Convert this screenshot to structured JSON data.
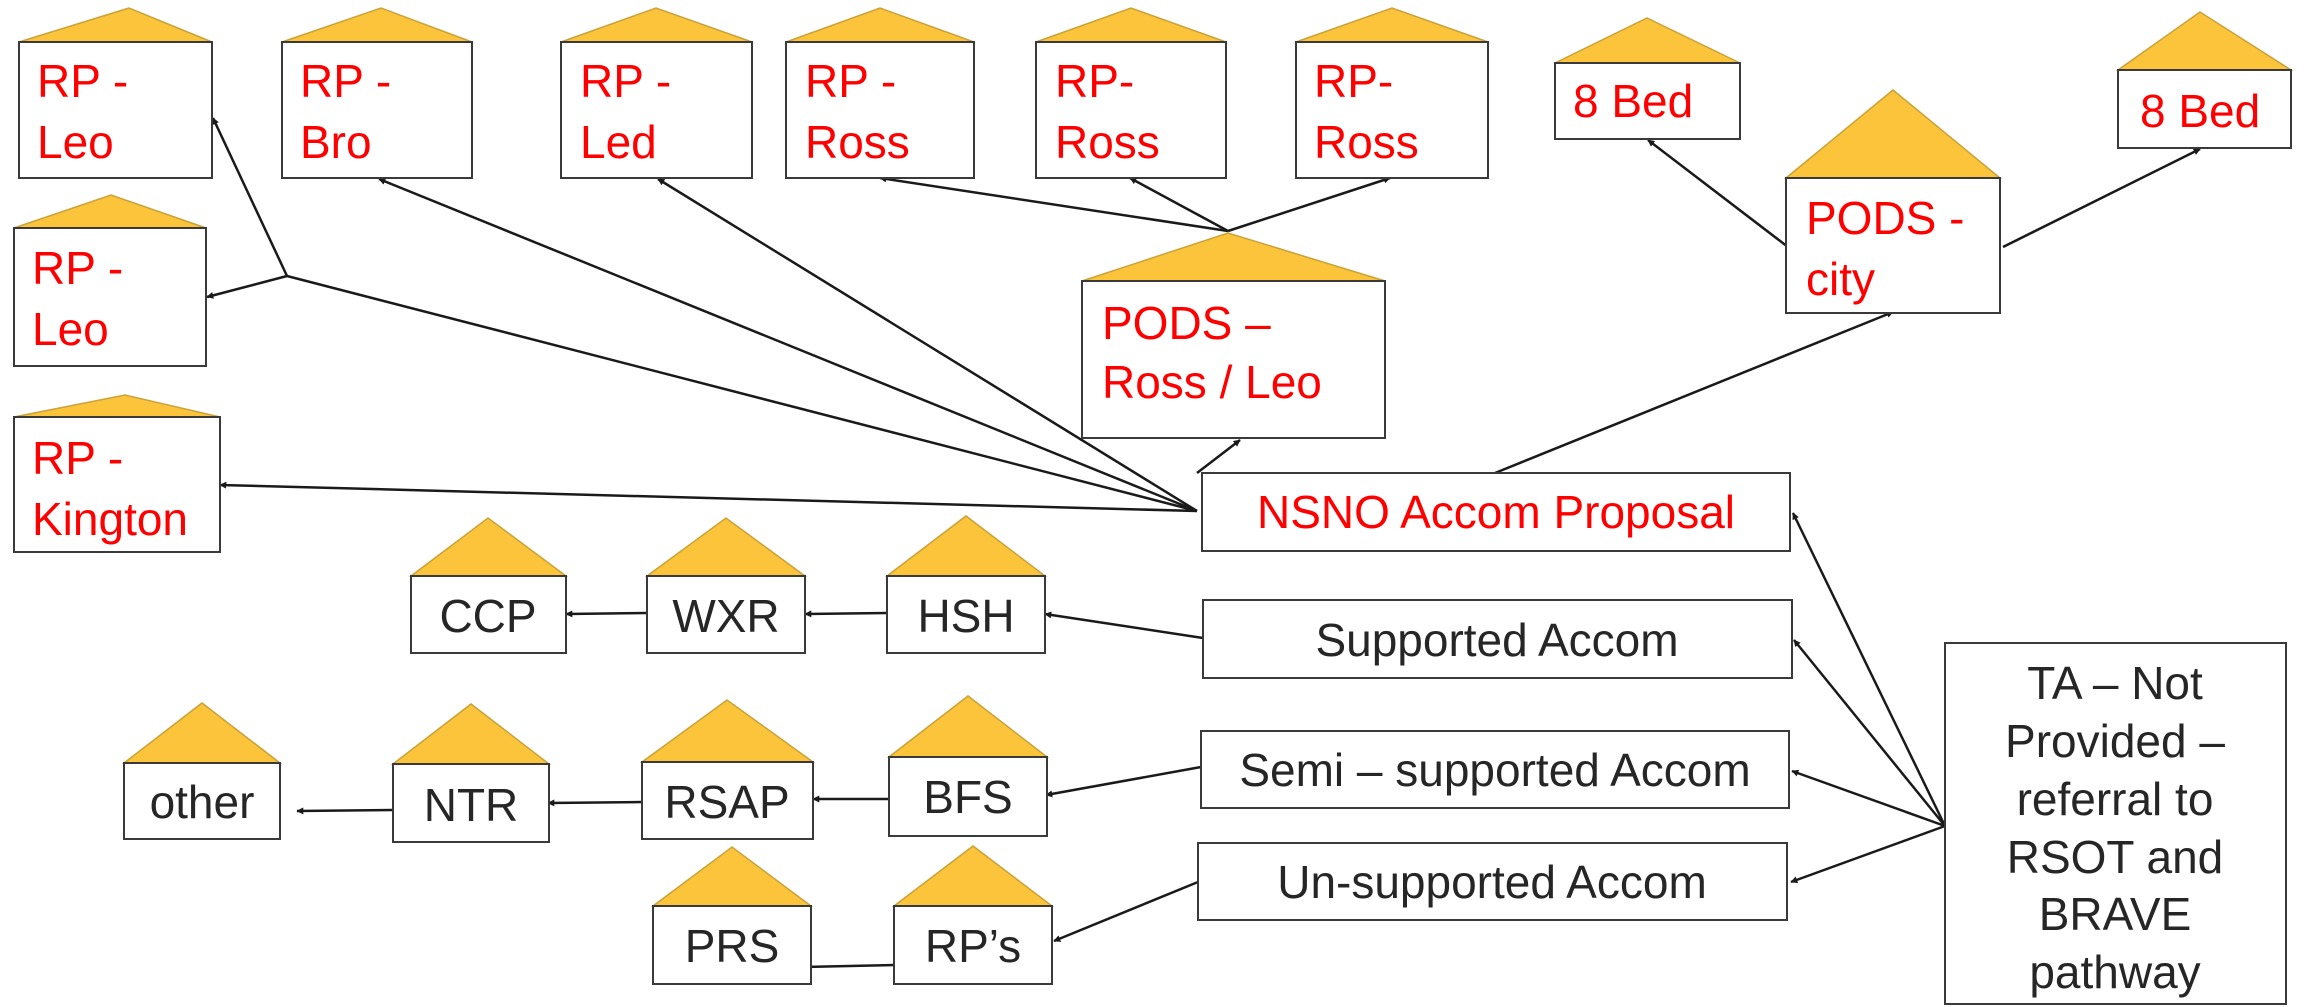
{
  "colors": {
    "roof": "#fbc43a",
    "red_text": "#ff0000",
    "black_text": "#262626",
    "border": "#3a3a3a"
  },
  "nodes": {
    "rp_leo_1": [
      "RP -",
      "Leo"
    ],
    "rp_bro": [
      "RP -",
      "Bro"
    ],
    "rp_led": [
      "RP -",
      "Led"
    ],
    "rp_ross_1": [
      "RP -",
      "Ross"
    ],
    "rp_ross_2": [
      "RP-",
      "Ross"
    ],
    "rp_ross_3": [
      "RP-",
      "Ross"
    ],
    "bed8_1": [
      "8 Bed"
    ],
    "bed8_2": [
      "8 Bed"
    ],
    "rp_leo_2": [
      "RP -",
      "Leo"
    ],
    "pods_city": [
      "PODS -",
      "city"
    ],
    "pods_ross_leo": [
      "PODS –",
      "Ross / Leo"
    ],
    "rp_kington": [
      "RP -",
      "Kington"
    ],
    "nsno": [
      "NSNO Accom Proposal"
    ],
    "ccp": [
      "CCP"
    ],
    "wxr": [
      "WXR"
    ],
    "hsh": [
      "HSH"
    ],
    "supported": [
      "Supported Accom"
    ],
    "other": [
      "other"
    ],
    "ntr": [
      "NTR"
    ],
    "rsap": [
      "RSAP"
    ],
    "bfs": [
      "BFS"
    ],
    "semi": [
      "Semi – supported Accom"
    ],
    "prs": [
      "PRS"
    ],
    "rps": [
      "RP’s"
    ],
    "unsupported": [
      "Un-supported Accom"
    ],
    "ta": [
      "TA – Not",
      "Provided –",
      "referral to",
      "RSOT and",
      "BRAVE",
      "pathway"
    ]
  }
}
